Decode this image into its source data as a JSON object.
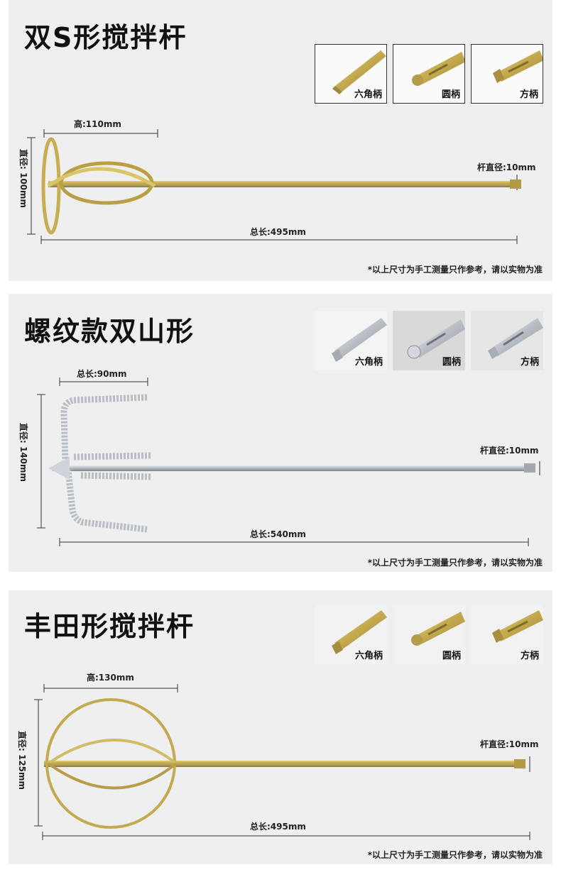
{
  "sections": [
    {
      "title": "双S形搅拌杆",
      "handles": [
        "六角柄",
        "圆柄",
        "方柄"
      ],
      "height_label": "高:110mm",
      "diameter_label": "直径: 100mm",
      "rod_label": "杆直径:10mm",
      "length_label": "总长:495mm",
      "note": "*以上尺寸为手工测量只作参考，请以实物为准"
    },
    {
      "title": "螺纹款双山形",
      "handles": [
        "六角柄",
        "圆柄",
        "方柄"
      ],
      "height_label": "总长:90mm",
      "diameter_label": "直径: 140mm",
      "rod_label": "杆直径:10mm",
      "length_label": "总长:540mm",
      "note": "*以上尺寸为手工测量只作参考，请以实物为准"
    },
    {
      "title": "丰田形搅拌杆",
      "handles": [
        "六角柄",
        "圆柄",
        "方柄"
      ],
      "height_label": "高:130mm",
      "diameter_label": "直径: 125mm",
      "rod_label": "杆直径:10mm",
      "length_label": "总长:495mm",
      "note": "*以上尺寸为手工测量只作参考，请以实物为准"
    }
  ],
  "colors": {
    "panel_bg": "#efefef",
    "zinc_yellow": "#c9b24a",
    "zinc_silver": "#c8ccd2",
    "dim_line": "#333333"
  }
}
